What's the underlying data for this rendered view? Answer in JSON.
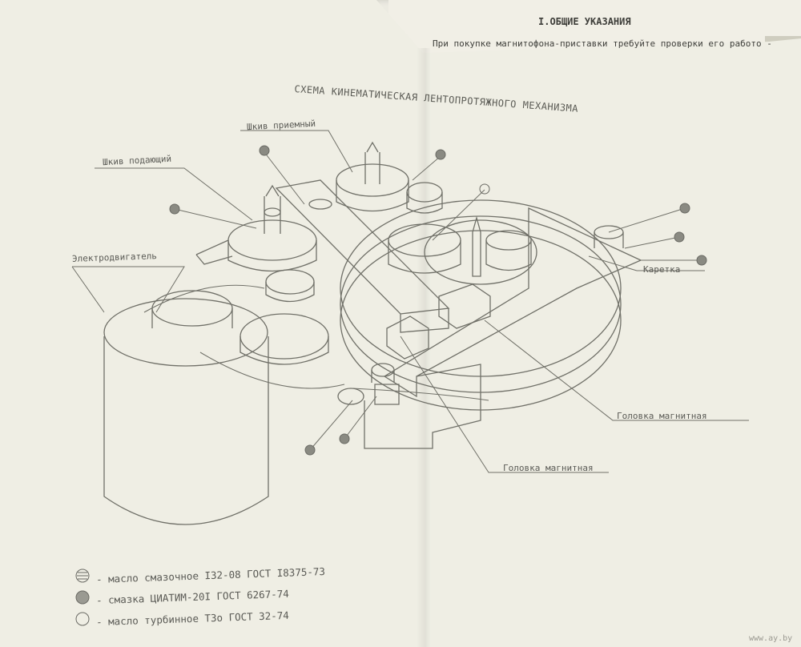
{
  "page_right": {
    "section_title": "I.ОБЩИЕ УКАЗАНИЯ",
    "intro_line": "При покупке магнитофона-приставки требуйте проверки его работо -"
  },
  "figure": {
    "title": "СХЕМА КИНЕМАТИЧЕСКАЯ ЛЕНТОПРОТЯЖНОГО МЕХАНИЗМА",
    "labels": {
      "pulley_take_up": "Шкив приемный",
      "pulley_supply": "Шкив подающий",
      "motor": "Электродвигатель",
      "carriage": "Каретка",
      "head_1": "Головка магнитная",
      "head_2": "Головка магнитная"
    }
  },
  "legend": [
    {
      "symbol": "hatched-circle-icon",
      "text": "- масло смазочное I32-08 ГОСТ I8375-73"
    },
    {
      "symbol": "filled-circle-icon",
      "text": "- смазка ЦИАТИМ-20I ГОСТ 6267-74"
    },
    {
      "symbol": "empty-circle-icon",
      "text": "- масло турбинное Т3о ГОСТ 32-74"
    }
  ],
  "watermark": "www.ay.by",
  "colors": {
    "ink": "#6a6a64",
    "paper": "#efeee4"
  }
}
